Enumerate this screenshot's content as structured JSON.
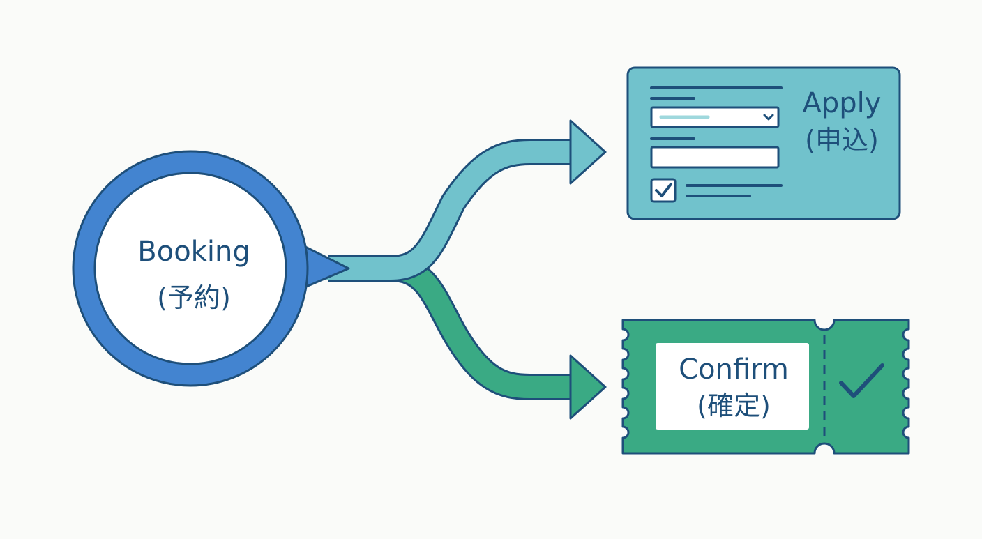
{
  "colors": {
    "background": "#fafbf9",
    "outline": "#1e4f7a",
    "booking_ring": "#4384d0",
    "apply_fill": "#71c2cc",
    "confirm_fill": "#3aaa84",
    "white": "#ffffff",
    "form_accent": "#9fd8dd"
  },
  "nodes": {
    "booking": {
      "label": "Booking",
      "sublabel": "(予約)",
      "icon": "speech-bubble-circle"
    },
    "apply": {
      "label": "Apply",
      "sublabel": "(申込)",
      "icon": "form-card-icon"
    },
    "confirm": {
      "label": "Confirm",
      "sublabel": "(確定)",
      "icon": "ticket-icon"
    }
  }
}
